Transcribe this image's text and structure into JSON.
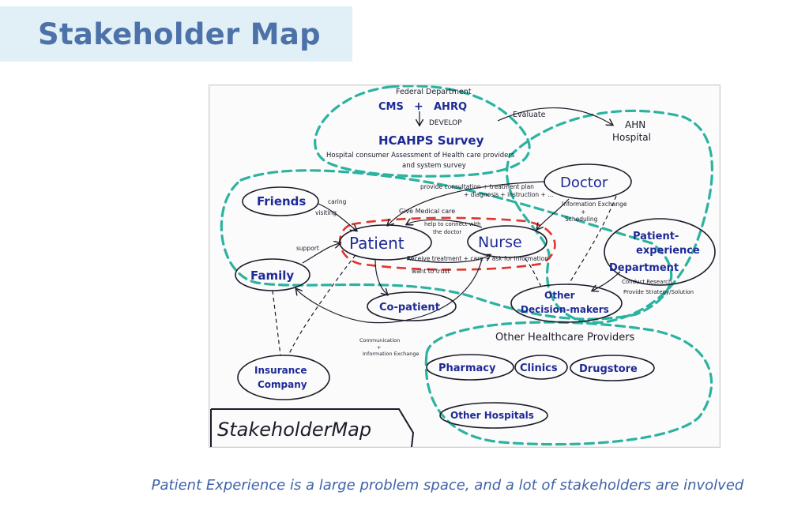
{
  "page": {
    "title": "Stakeholder Map",
    "caption": "Patient Experience is a large problem space, and a lot of stakeholders are involved"
  },
  "diagram": {
    "board_label": "StakeholderMap",
    "cluster_federal": {
      "federal_department": "Federal Department",
      "cms": "CMS",
      "plus": "+",
      "ahrq": "AHRQ",
      "develop": "DEVELOP",
      "hcahps": "HCAHPS Survey",
      "hcahps_desc_1": "Hospital consumer Assessment of Health care providers",
      "hcahps_desc_2": "and system survey"
    },
    "nodes": {
      "ahn_hospital_1": "AHN",
      "ahn_hospital_2": "Hospital",
      "doctor": "Doctor",
      "friends": "Friends",
      "patient": "Patient",
      "nurse": "Nurse",
      "family": "Family",
      "co_patient": "Co-patient",
      "ped_1": "Patient-",
      "ped_2": "experience",
      "ped_3": "Department",
      "odm_1": "Other",
      "odm_2": "Decision-makers",
      "insurance_1": "Insurance",
      "insurance_2": "Company",
      "other_providers": "Other Healthcare Providers",
      "pharmacy": "Pharmacy",
      "clinics": "Clinics",
      "drugstore": "Drugstore",
      "other_hospitals": "Other Hospitals"
    },
    "edge_labels": {
      "evaluate": "Evaluate",
      "provide_consultation": "provide consultation + treatment plan",
      "diagnosis": "+ diagnosis + instruction + ...",
      "caring": "caring",
      "visiting": "visiting",
      "give_medical_care": "Give Medical care",
      "help_connect_1": "help to connect with",
      "help_connect_2": "the doctor",
      "info_exchange_1": "Information Exchange",
      "info_exchange_plus": "+",
      "scheduling": "Scheduling",
      "support": "support",
      "receive_treatment": "Receive treatment + care + ask for information",
      "want_to_trust": "want to trust",
      "conduct_research": "Conduct Research",
      "provide_strategy": "Provide Strategy/Solution",
      "communication_1": "Communication",
      "communication_plus": "+",
      "communication_2": "Information Exchange"
    },
    "colors": {
      "teal_dash": "#2bb3a0",
      "red_dash": "#e0352b",
      "ink_blue": "#1e2a96",
      "ink_black": "#1c1c2a"
    }
  }
}
